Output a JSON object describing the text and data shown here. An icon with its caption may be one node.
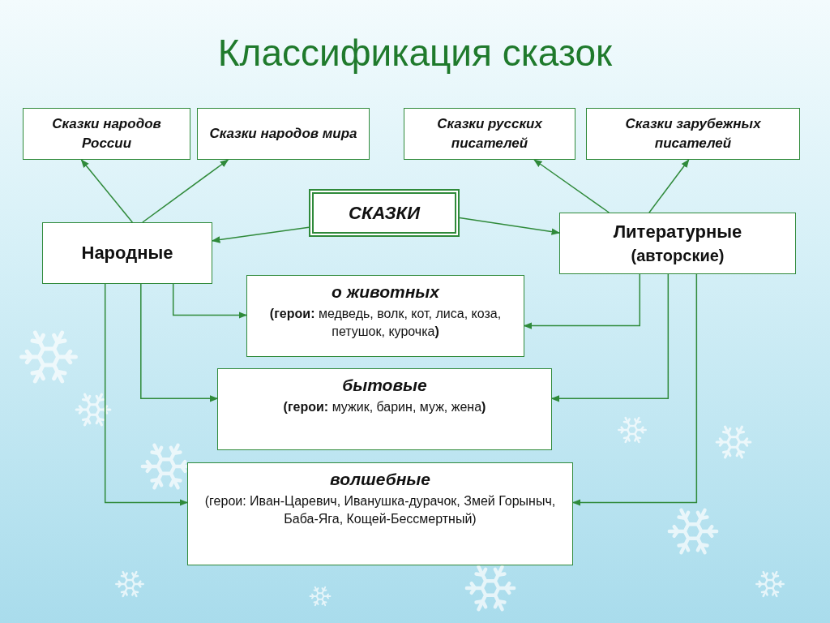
{
  "diagram": {
    "title": "Классификация сказок",
    "nodes": [
      {
        "text": [
          "Сказки народов России"
        ]
      },
      {
        "text": [
          "Сказки народов мира"
        ]
      },
      {
        "text": [
          "Сказки русских писателей"
        ]
      },
      {
        "text": [
          "Сказки зарубежных писателей"
        ]
      },
      {
        "text": [
          "СКАЗКИ"
        ]
      },
      {
        "text": [
          "Народные"
        ]
      },
      {
        "text": [
          "Литературные",
          "(авторские)"
        ]
      },
      {
        "text": [
          "о животных",
          "**(герои:** медведь, волк, кот, лиса, коза, петушок, курочка**)**"
        ]
      },
      {
        "text": [
          "бытовые",
          "**(герои:** мужик, барин, муж, жена**)**"
        ]
      },
      {
        "text": [
          "волшебные",
          "(герои: Иван-Царевич, Иванушка-дурачок, Змей Горыныч, Баба-Яга, Кощей-Бессмертный)"
        ]
      }
    ],
    "edges": [
      {
        "from": 4,
        "to": 5,
        "arrow": "to"
      },
      {
        "from": 4,
        "to": 6,
        "arrow": "to"
      },
      {
        "from": 5,
        "to": 0,
        "arrow": "to"
      },
      {
        "from": 5,
        "to": 1,
        "arrow": "to"
      },
      {
        "from": 6,
        "to": 2,
        "arrow": "to"
      },
      {
        "from": 6,
        "to": 3,
        "arrow": "to"
      },
      {
        "from": 5,
        "to": 7,
        "arrow": "to"
      },
      {
        "from": 5,
        "to": 8,
        "arrow": "to"
      },
      {
        "from": 5,
        "to": 9,
        "arrow": "to"
      },
      {
        "from": 6,
        "to": 7,
        "arrow": "to"
      },
      {
        "from": 6,
        "to": 8,
        "arrow": "to"
      },
      {
        "from": 6,
        "to": 9,
        "arrow": "to"
      }
    ]
  }
}
